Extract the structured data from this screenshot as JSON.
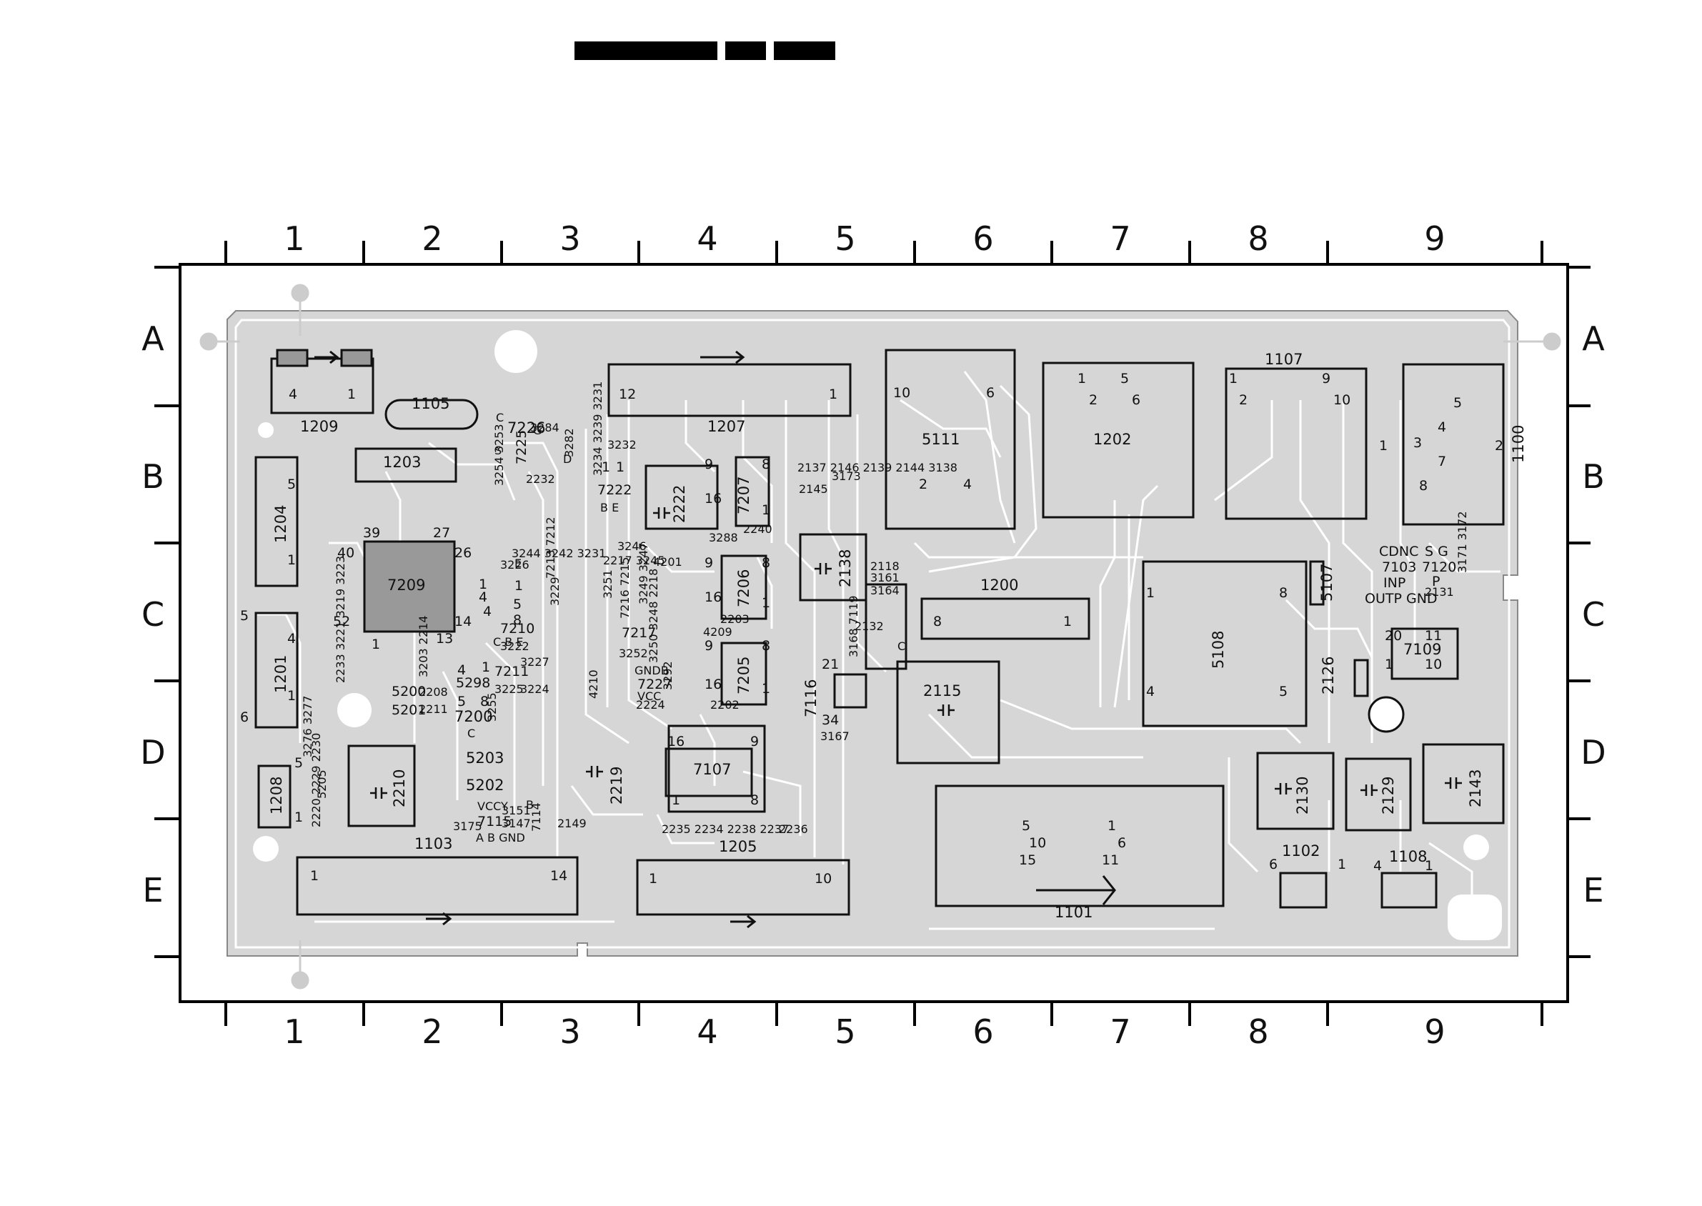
{
  "header_bars": [
    "",
    "",
    ""
  ],
  "grid": {
    "columns": [
      "1",
      "2",
      "3",
      "4",
      "5",
      "6",
      "7",
      "8",
      "9"
    ],
    "rows": [
      "A",
      "B",
      "C",
      "D",
      "E"
    ]
  },
  "components": [
    {
      "id": "c1209",
      "label": "1209"
    },
    {
      "id": "c1105",
      "label": "1105"
    },
    {
      "id": "c1203",
      "label": "1203"
    },
    {
      "id": "c1204",
      "label": "1204"
    },
    {
      "id": "c1201",
      "label": "1201"
    },
    {
      "id": "c7209",
      "label": "7209"
    },
    {
      "id": "c1208",
      "label": "1208"
    },
    {
      "id": "c2210",
      "label": "2210"
    },
    {
      "id": "c1103",
      "label": "1103"
    },
    {
      "id": "c1207",
      "label": "1207"
    },
    {
      "id": "c2222",
      "label": "2222"
    },
    {
      "id": "c7207",
      "label": "7207"
    },
    {
      "id": "c7206",
      "label": "7206"
    },
    {
      "id": "c7205",
      "label": "7205"
    },
    {
      "id": "c2219",
      "label": "2219"
    },
    {
      "id": "c7107",
      "label": "7107"
    },
    {
      "id": "c1205",
      "label": "1205"
    },
    {
      "id": "c2138",
      "label": "2138"
    },
    {
      "id": "c7116",
      "label": "7116"
    },
    {
      "id": "c5111",
      "label": "5111"
    },
    {
      "id": "c1200",
      "label": "1200"
    },
    {
      "id": "c2115",
      "label": "2115"
    },
    {
      "id": "c1202",
      "label": "1202"
    },
    {
      "id": "c1101",
      "label": "1101"
    },
    {
      "id": "c1107",
      "label": "1107"
    },
    {
      "id": "c5108",
      "label": "5108"
    },
    {
      "id": "c5107",
      "label": "5107"
    },
    {
      "id": "c2126",
      "label": "2126"
    },
    {
      "id": "c2130",
      "label": "2130"
    },
    {
      "id": "c1102",
      "label": "1102"
    },
    {
      "id": "c1100",
      "label": "1100"
    },
    {
      "id": "c7109",
      "label": "7109"
    },
    {
      "id": "c7103",
      "label": "7103"
    },
    {
      "id": "c7120",
      "label": "7120"
    },
    {
      "id": "c2129",
      "label": "2129"
    },
    {
      "id": "c2143",
      "label": "2143"
    },
    {
      "id": "c1108",
      "label": "1108"
    },
    {
      "id": "c7200",
      "label": "7200"
    },
    {
      "id": "c5203",
      "label": "5203"
    },
    {
      "id": "c5202",
      "label": "5202"
    },
    {
      "id": "c5200",
      "label": "5200"
    },
    {
      "id": "c5201",
      "label": "5201"
    },
    {
      "id": "c7115",
      "label": "7115"
    },
    {
      "id": "c7226",
      "label": "7226"
    },
    {
      "id": "c7225",
      "label": "7225"
    },
    {
      "id": "c7210",
      "label": "7210"
    },
    {
      "id": "c7211",
      "label": "7211"
    },
    {
      "id": "c2240",
      "label": "2240"
    },
    {
      "id": "c3288",
      "label": "3288"
    },
    {
      "id": "c2203",
      "label": "2203"
    },
    {
      "id": "c4209",
      "label": "4209"
    },
    {
      "id": "c2202",
      "label": "2202"
    },
    {
      "id": "c7227",
      "label": "7227"
    },
    {
      "id": "c7217",
      "label": "7217"
    },
    {
      "id": "c3246",
      "label": "3246"
    },
    {
      "id": "c3222",
      "label": "3222"
    },
    {
      "id": "c3226",
      "label": "3226"
    },
    {
      "id": "c3227",
      "label": "3227"
    },
    {
      "id": "c3225",
      "label": "3225"
    },
    {
      "id": "c3224",
      "label": "3224"
    },
    {
      "id": "c7222",
      "label": "7222"
    },
    {
      "id": "c2132",
      "label": "2132"
    },
    {
      "id": "c3167",
      "label": "3167"
    },
    {
      "id": "c2118",
      "label": "2118"
    },
    {
      "id": "c3161",
      "label": "3161"
    },
    {
      "id": "c3164",
      "label": "3164"
    },
    {
      "id": "c2145",
      "label": "2145"
    },
    {
      "id": "c3173",
      "label": "3173"
    },
    {
      "id": "c2131",
      "label": "2131"
    },
    {
      "id": "c2149",
      "label": "2149"
    },
    {
      "id": "c2236",
      "label": "2236"
    },
    {
      "id": "c3151",
      "label": "3151"
    },
    {
      "id": "c3147",
      "label": "3147"
    },
    {
      "id": "c3175",
      "label": "3175"
    },
    {
      "id": "c2232",
      "label": "2232"
    },
    {
      "id": "c3284",
      "label": "3284"
    },
    {
      "id": "c3282",
      "label": "3282"
    },
    {
      "id": "c3232",
      "label": "3232"
    },
    {
      "id": "c2208",
      "label": "2208"
    },
    {
      "id": "c2211",
      "label": "2211"
    },
    {
      "id": "c4210",
      "label": "4210"
    },
    {
      "id": "c4201",
      "label": "4201"
    },
    {
      "id": "c2224",
      "label": "2224"
    },
    {
      "id": "c5298",
      "label": "5298"
    },
    {
      "id": "c3252",
      "label": "3252"
    },
    {
      "id": "c3292",
      "label": "3292"
    }
  ],
  "texts": {
    "t_cdnc": "CDNC",
    "t_sg": "S G",
    "t_inp": "INP",
    "t_outp": "OUTP GND",
    "t_gndb": "GNDB",
    "t_vccy": "VCCY",
    "t_abgnd": "A B GND",
    "t_be": "B E",
    "t_cbe": "C B E",
    "t_vcc": "VCC",
    "t_p": "P",
    "t_c1": "C",
    "t_c2": "C",
    "t_c3": "C",
    "t_e": "E",
    "t_d": "D",
    "t_s": "S",
    "t_g": "G",
    "t_b": "B",
    "t_small1": "2235 2234 2238 2237",
    "t_small2": "2217 3245",
    "t_small3": "2220 2229 2230",
    "t_small4": "3276 3277",
    "t_small5": "5205",
    "t_small6": "2233 3221 3219 3223",
    "t_small7": "3203 2214",
    "t_small8": "3244 3242 3231",
    "t_small9": "3234 3239 3231",
    "t_small10": "3254 3253",
    "t_small11": "2137 2146 2139 2144 3138",
    "t_small12": "3168 7119",
    "t_small13": "3229",
    "t_small14": "3251",
    "t_small15": "3249 3247",
    "t_small16": "3250 3248 2218",
    "t_small17": "7213 7212",
    "t_small18": "7216 7215",
    "t_small19": "3171 3172",
    "t_small20": "7114",
    "t_small21": "3255"
  },
  "pins": {
    "p1209a": "4",
    "p1209b": "1",
    "p1207a": "12",
    "p1207b": "1",
    "p1204a": "5",
    "p1204b": "1",
    "p1201a": "5",
    "p1201b": "4",
    "p1201c": "6",
    "p1201d": "1",
    "p7209a": "39",
    "p7209b": "27",
    "p7209c": "40",
    "p7209d": "26",
    "p7209e": "52",
    "p7209f": "14",
    "p7209g": "1",
    "p7209h": "13",
    "p1208a": "5",
    "p1208b": "1",
    "p1103a": "1",
    "p1103b": "14",
    "p1205a": "1",
    "p1205b": "10",
    "p7107a": "16",
    "p7107b": "9",
    "p7107c": "1",
    "p7107d": "8",
    "p7207a": "9",
    "p7207b": "8",
    "p7207c": "16",
    "p7207d": "1",
    "p7206a": "9",
    "p7206b": "8",
    "p7206c": "16",
    "p7206d": "1",
    "p7205a": "9",
    "p7205b": "8",
    "p7205c": "16",
    "p7205d": "1",
    "p7116a": "21",
    "p7116b": "34",
    "p5111a": "10",
    "p5111b": "6",
    "p5111c": "2",
    "p5111d": "4",
    "p1200a": "8",
    "p1200b": "1",
    "p1202a": "1",
    "p1202b": "5",
    "p1202c": "2",
    "p1202d": "6",
    "p1107a": "1",
    "p1107b": "9",
    "p1107c": "2",
    "p1107d": "10",
    "p5108a": "1",
    "p5108b": "8",
    "p5108c": "4",
    "p5108d": "5",
    "p1101a": "5",
    "p1101b": "1",
    "p1101c": "10",
    "p1101d": "6",
    "p1101e": "15",
    "p1101f": "11",
    "p1102a": "6",
    "p1102b": "1",
    "p1108a": "4",
    "p1108b": "1",
    "p7109a": "20",
    "p7109b": "11",
    "p7109c": "1",
    "p7109d": "10",
    "p1100a": "1",
    "p1100b": "3",
    "p1100c": "4",
    "p1100d": "5",
    "p1100e": "7",
    "p1100f": "8",
    "p1100g": "2",
    "p7210a": "4",
    "p7210b": "1",
    "p7211a": "4",
    "p7211b": "1",
    "p7200a": "5",
    "p7200b": "8",
    "p5298a": "4",
    "p5298b": "1",
    "p5298c": "5",
    "p5298d": "8",
    "p7222a": "1",
    "p7222b": "1"
  },
  "colors": {
    "board": "#d6d6d6",
    "trace": "#ffffff",
    "ink": "#111111",
    "frame": "#000000"
  }
}
